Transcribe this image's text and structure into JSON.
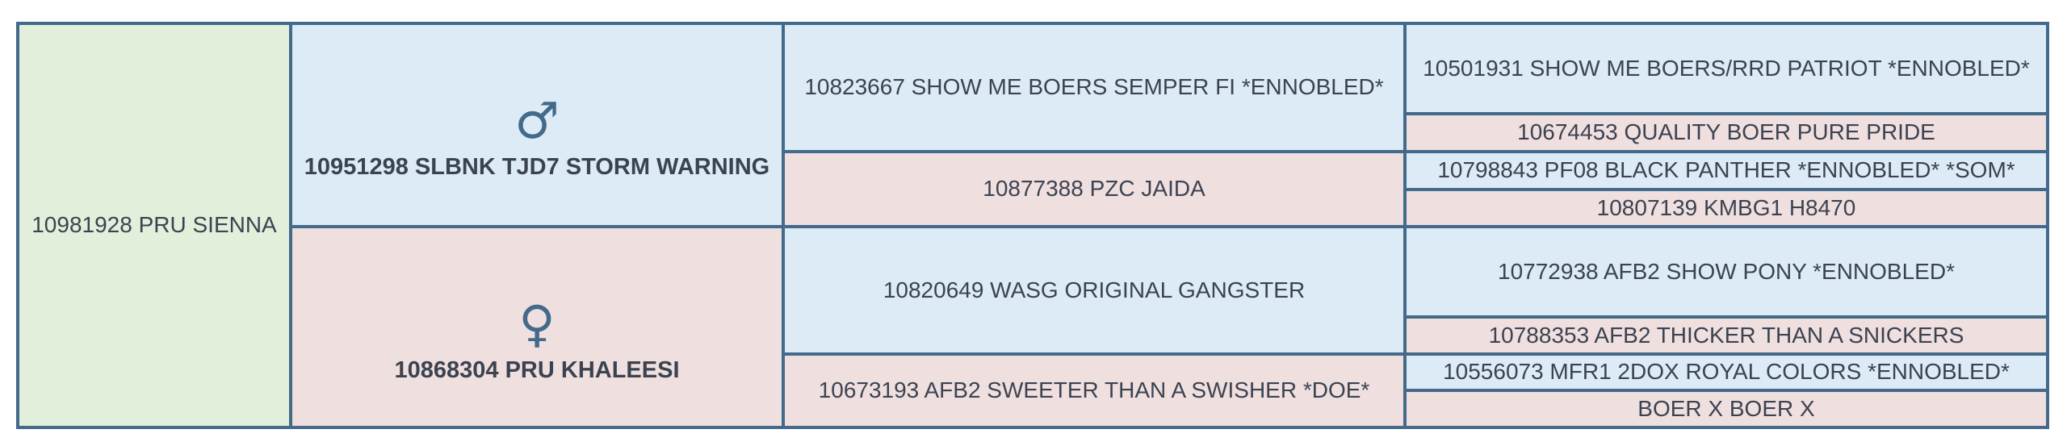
{
  "pedigree": {
    "subject": "10981928 PRU SIENNA",
    "sire": {
      "symbol": "♂",
      "name": "10951298 SLBNK TJD7 STORM WARNING",
      "sire": "10823667 SHOW ME BOERS SEMPER FI *ENNOBLED*",
      "dam": "10877388 PZC JAIDA",
      "sire_sire": "10501931 SHOW ME BOERS/RRD PATRIOT *ENNOBLED*",
      "sire_dam": "10674453 QUALITY BOER PURE PRIDE",
      "dam_sire": "10798843 PF08 BLACK PANTHER *ENNOBLED* *SOM*",
      "dam_dam": "10807139 KMBG1 H8470"
    },
    "dam": {
      "symbol": "♀",
      "name": "10868304 PRU KHALEESI",
      "sire": "10820649 WASG ORIGINAL GANGSTER",
      "dam": "10673193 AFB2 SWEETER THAN A SWISHER *DOE*",
      "sire_sire": "10772938 AFB2 SHOW PONY *ENNOBLED*",
      "sire_dam": "10788353 AFB2 THICKER THAN A SNICKERS",
      "dam_sire": "10556073 MFR1 2DOX ROYAL COLORS *ENNOBLED*",
      "dam_dam": "BOER X BOER X"
    }
  },
  "colors": {
    "border": "#436a8a",
    "subject_bg": "#e2efda",
    "male_bg": "#ddebf7",
    "female_bg": "#f0dfdf",
    "text": "#3b4351"
  }
}
